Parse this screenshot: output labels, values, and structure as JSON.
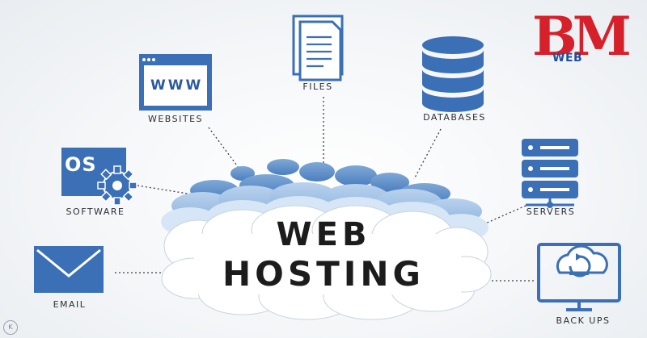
{
  "title": {
    "line1": "WEB",
    "line2": "HOSTING"
  },
  "logo": {
    "main": "BM",
    "sub": "WEB"
  },
  "labels": {
    "websites": "WEBSITES",
    "www": "WWW",
    "files": "FILES",
    "databases": "DATABASES",
    "os": "OS",
    "software": "SOFTWARE",
    "servers": "SERVERS",
    "email": "EMAIL",
    "backups": "BACK UPS"
  },
  "colors": {
    "icon_blue": "#3b6fb6",
    "icon_dark": "#2c5aa0",
    "cloud_light": "#cfe0f2",
    "cloud_mid": "#8fb4dd",
    "logo_red": "#d6202a",
    "logo_blue": "#1d4f9e"
  }
}
